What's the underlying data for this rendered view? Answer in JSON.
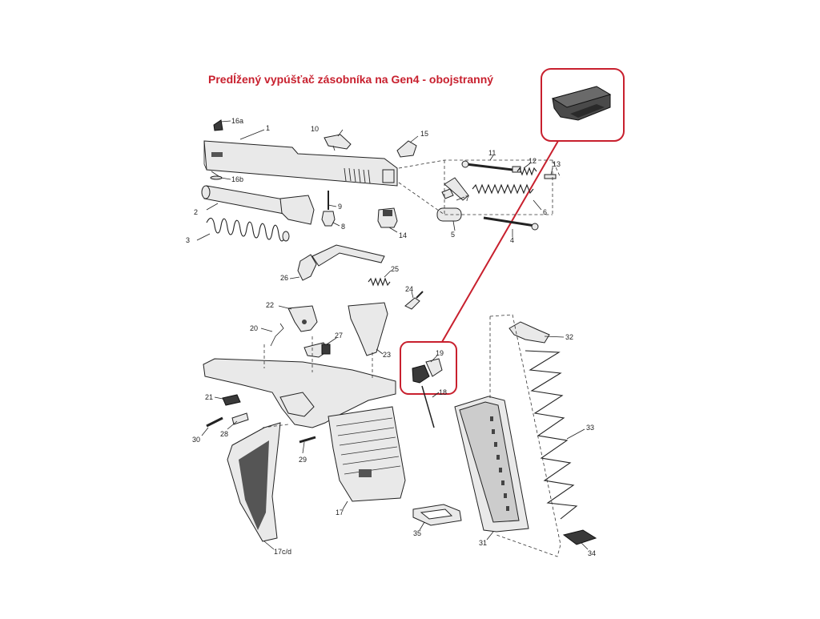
{
  "title": "Predĺžený vypúšťač zásobníka na Gen4 - obojstranný",
  "part_labels": {
    "p1": "1",
    "p2": "2",
    "p3": "3",
    "p4": "4",
    "p5": "5",
    "p6": "6",
    "p7": "7",
    "p8": "8",
    "p9": "9",
    "p10": "10",
    "p11": "11",
    "p12": "12",
    "p13": "13",
    "p14": "14",
    "p15": "15",
    "p16a": "16a",
    "p16b": "16b",
    "p17": "17",
    "p17cd": "17c/d",
    "p18": "18",
    "p19": "19",
    "p20": "20",
    "p21": "21",
    "p22": "22",
    "p23": "23",
    "p24": "24",
    "p25": "25",
    "p26": "26",
    "p27": "27",
    "p28": "28",
    "p29": "29",
    "p30": "30",
    "p31": "31",
    "p32": "32",
    "p33": "33",
    "p34": "34",
    "p35": "35"
  },
  "highlight_color": "#c8202e"
}
